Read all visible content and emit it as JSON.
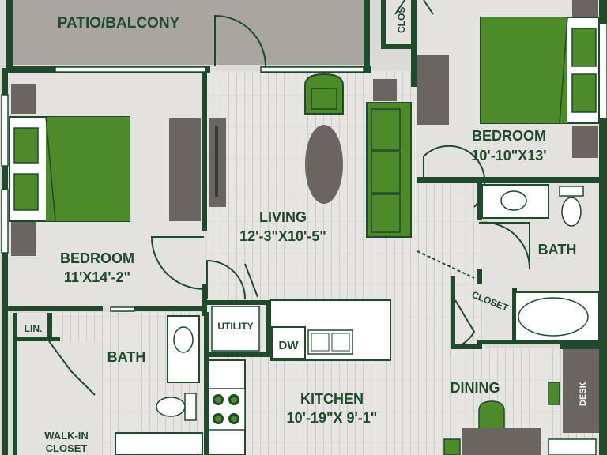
{
  "plan": {
    "rooms": {
      "patio": {
        "name": "PATIO/BALCONY"
      },
      "bedroom_left": {
        "name": "BEDROOM",
        "dims": "11'X14'-2\""
      },
      "bedroom_right": {
        "name": "BEDROOM",
        "dims": "10'-10\"X13'"
      },
      "living": {
        "name": "LIVING",
        "dims": "12'-3\"X10'-5\""
      },
      "kitchen": {
        "name": "KITCHEN",
        "dims": "10'-19\"X 9'-1\""
      },
      "bath_left": {
        "name": "BATH"
      },
      "bath_right": {
        "name": "BATH"
      },
      "dining": {
        "name": "DINING"
      },
      "walkin": {
        "name_line1": "WALK-IN",
        "name_line2": "CLOSET"
      }
    },
    "small_labels": {
      "closet_top": "CLOS",
      "closet_mid": "CLOSET",
      "utility": "UTILITY",
      "linen": "LIN.",
      "dishwasher": "DW",
      "desk": "DESK"
    },
    "colors": {
      "wall": "#1f4a2c",
      "floor_light": "#e9e8e4",
      "floor_plank": "#d6d4cf",
      "patio": "#a7a39f",
      "furniture_gray": "#6b6561",
      "accent_green": "#4d8a2a",
      "fixture_white": "#ffffff"
    }
  }
}
